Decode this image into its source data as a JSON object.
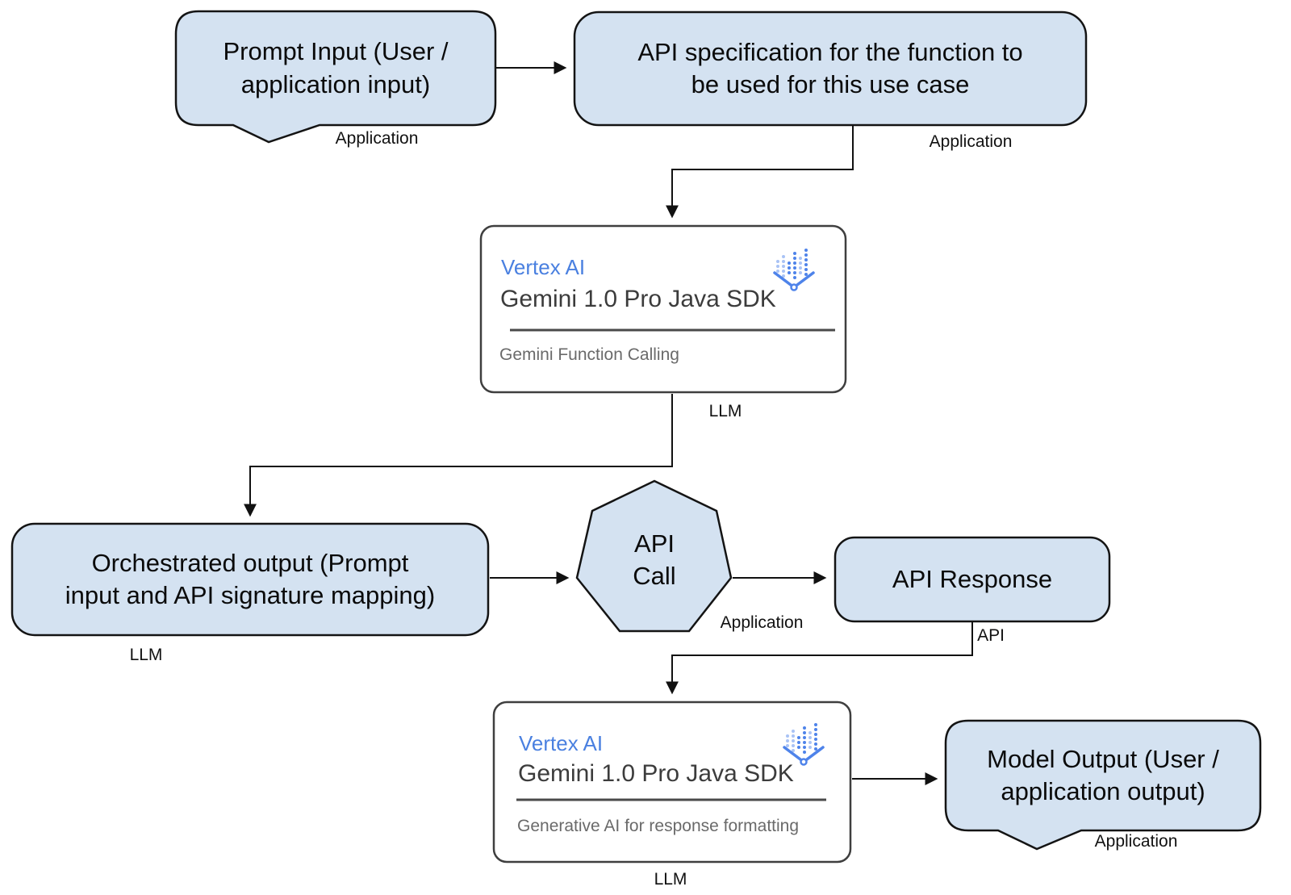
{
  "colors": {
    "node_fill": "#d4e2f1",
    "node_stroke": "#141414",
    "card_stroke": "#3f3f3f",
    "connector": "#111111",
    "vertex_ai_blue": "#4a80e0",
    "icon_blue": "#4e83ea",
    "icon_light_blue": "#a9c3f5"
  },
  "nodes": {
    "prompt_input": {
      "text": "Prompt Input (User /\napplication input)",
      "tag": "Application",
      "shape": "callout"
    },
    "api_spec": {
      "text": "API specification for the function to\nbe used for this use case",
      "tag": "Application",
      "shape": "rounded-rect"
    },
    "gemini_function_calling": {
      "brand": "Vertex AI",
      "title": "Gemini 1.0 Pro Java SDK",
      "subtitle": "Gemini Function Calling",
      "tag": "LLM",
      "icon": "vertex-ai-icon",
      "shape": "card"
    },
    "orchestrated_output": {
      "text": "Orchestrated output (Prompt\ninput and API signature mapping)",
      "tag": "LLM",
      "shape": "rounded-rect"
    },
    "api_call": {
      "text": "API\nCall",
      "tag": "Application",
      "shape": "heptagon"
    },
    "api_response": {
      "text": "API Response",
      "tag": "API",
      "shape": "rounded-rect"
    },
    "gemini_response_formatting": {
      "brand": "Vertex AI",
      "title": "Gemini 1.0 Pro Java SDK",
      "subtitle": "Generative AI for response formatting",
      "tag": "LLM",
      "icon": "vertex-ai-icon",
      "shape": "card"
    },
    "model_output": {
      "text": "Model Output (User /\napplication output)",
      "tag": "Application",
      "shape": "callout"
    }
  },
  "edges": [
    {
      "from": "prompt_input",
      "to": "api_spec"
    },
    {
      "from": "api_spec",
      "to": "gemini_function_calling"
    },
    {
      "from": "gemini_function_calling",
      "to": "orchestrated_output"
    },
    {
      "from": "orchestrated_output",
      "to": "api_call"
    },
    {
      "from": "api_call",
      "to": "api_response"
    },
    {
      "from": "api_response",
      "to": "gemini_response_formatting"
    },
    {
      "from": "gemini_response_formatting",
      "to": "model_output"
    }
  ]
}
